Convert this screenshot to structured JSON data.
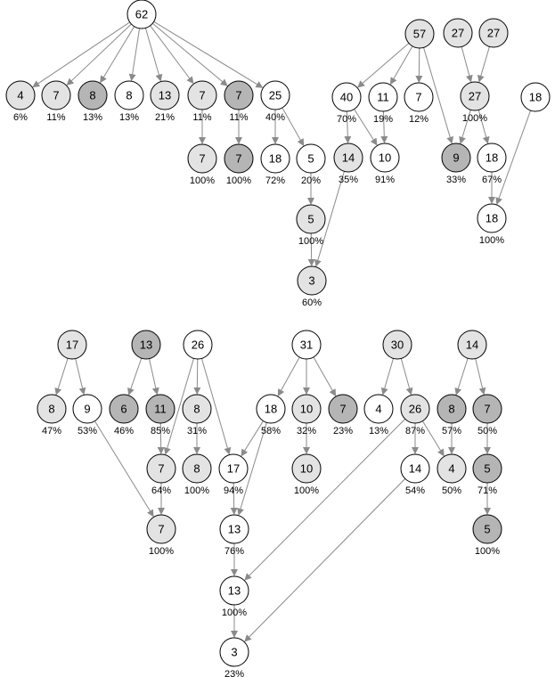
{
  "fills": {
    "white": "#ffffff",
    "light": "#e3e3e3",
    "dark": "#b5b5b5",
    "stroke": "#000000",
    "edge": "#8a8a8a"
  },
  "nodes": [
    {
      "id": "a62",
      "label": "62",
      "fill": "white"
    },
    {
      "id": "a4",
      "label": "4",
      "fill": "light",
      "pct": "6%"
    },
    {
      "id": "a7a",
      "label": "7",
      "fill": "light",
      "pct": "11%"
    },
    {
      "id": "a8a",
      "label": "8",
      "fill": "dark",
      "pct": "13%"
    },
    {
      "id": "a8b",
      "label": "8",
      "fill": "white",
      "pct": "13%"
    },
    {
      "id": "a13",
      "label": "13",
      "fill": "light",
      "pct": "21%"
    },
    {
      "id": "a7b",
      "label": "7",
      "fill": "light",
      "pct": "11%"
    },
    {
      "id": "a7c",
      "label": "7",
      "fill": "dark",
      "pct": "11%"
    },
    {
      "id": "a25",
      "label": "25",
      "fill": "white",
      "pct": "40%"
    },
    {
      "id": "a7d",
      "label": "7",
      "fill": "light",
      "pct": "100%"
    },
    {
      "id": "a7e",
      "label": "7",
      "fill": "dark",
      "pct": "100%"
    },
    {
      "id": "a18",
      "label": "18",
      "fill": "white",
      "pct": "72%"
    },
    {
      "id": "a5",
      "label": "5",
      "fill": "white",
      "pct": "20%"
    },
    {
      "id": "a5b",
      "label": "5",
      "fill": "light",
      "pct": "100%"
    },
    {
      "id": "a3",
      "label": "3",
      "fill": "light",
      "pct": "60%"
    },
    {
      "id": "b57",
      "label": "57",
      "fill": "light"
    },
    {
      "id": "b40",
      "label": "40",
      "fill": "white",
      "pct": "70%"
    },
    {
      "id": "b11",
      "label": "11",
      "fill": "white",
      "pct": "19%"
    },
    {
      "id": "b7",
      "label": "7",
      "fill": "white",
      "pct": "12%"
    },
    {
      "id": "b14",
      "label": "14",
      "fill": "light",
      "pct": "35%"
    },
    {
      "id": "b10",
      "label": "10",
      "fill": "white",
      "pct": "91%"
    },
    {
      "id": "b9",
      "label": "9",
      "fill": "dark",
      "pct": "33%"
    },
    {
      "id": "b27a",
      "label": "27",
      "fill": "light"
    },
    {
      "id": "b27b",
      "label": "27",
      "fill": "light"
    },
    {
      "id": "b27c",
      "label": "27",
      "fill": "light",
      "pct": "100%"
    },
    {
      "id": "b18a",
      "label": "18",
      "fill": "white"
    },
    {
      "id": "b18b",
      "label": "18",
      "fill": "white",
      "pct": "67%"
    },
    {
      "id": "b18c",
      "label": "18",
      "fill": "white",
      "pct": "100%"
    },
    {
      "id": "c17",
      "label": "17",
      "fill": "light"
    },
    {
      "id": "c8",
      "label": "8",
      "fill": "light",
      "pct": "47%"
    },
    {
      "id": "c9",
      "label": "9",
      "fill": "white",
      "pct": "53%"
    },
    {
      "id": "c13",
      "label": "13",
      "fill": "dark"
    },
    {
      "id": "c6",
      "label": "6",
      "fill": "dark",
      "pct": "46%"
    },
    {
      "id": "c11",
      "label": "11",
      "fill": "dark",
      "pct": "85%"
    },
    {
      "id": "c26",
      "label": "26",
      "fill": "white"
    },
    {
      "id": "c8b",
      "label": "8",
      "fill": "light",
      "pct": "31%"
    },
    {
      "id": "c7a",
      "label": "7",
      "fill": "light",
      "pct": "64%"
    },
    {
      "id": "c8c",
      "label": "8",
      "fill": "light",
      "pct": "100%"
    },
    {
      "id": "c7b",
      "label": "7",
      "fill": "light",
      "pct": "100%"
    },
    {
      "id": "c31",
      "label": "31",
      "fill": "white"
    },
    {
      "id": "c18",
      "label": "18",
      "fill": "white",
      "pct": "58%"
    },
    {
      "id": "c10",
      "label": "10",
      "fill": "light",
      "pct": "32%"
    },
    {
      "id": "c7c",
      "label": "7",
      "fill": "dark",
      "pct": "23%"
    },
    {
      "id": "c10b",
      "label": "10",
      "fill": "light",
      "pct": "100%"
    },
    {
      "id": "c17b",
      "label": "17",
      "fill": "white",
      "pct": "94%"
    },
    {
      "id": "c13b",
      "label": "13",
      "fill": "white",
      "pct": "76%"
    },
    {
      "id": "c13c",
      "label": "13",
      "fill": "white",
      "pct": "100%"
    },
    {
      "id": "c3",
      "label": "3",
      "fill": "white",
      "pct": "23%"
    },
    {
      "id": "c30",
      "label": "30",
      "fill": "light"
    },
    {
      "id": "c4",
      "label": "4",
      "fill": "white",
      "pct": "13%"
    },
    {
      "id": "c26b",
      "label": "26",
      "fill": "light",
      "pct": "87%"
    },
    {
      "id": "c14",
      "label": "14",
      "fill": "white",
      "pct": "54%"
    },
    {
      "id": "c4b",
      "label": "4",
      "fill": "light",
      "pct": "50%"
    },
    {
      "id": "c14b",
      "label": "14",
      "fill": "light"
    },
    {
      "id": "c8d",
      "label": "8",
      "fill": "dark",
      "pct": "57%"
    },
    {
      "id": "c7d",
      "label": "7",
      "fill": "dark",
      "pct": "50%"
    },
    {
      "id": "c5",
      "label": "5",
      "fill": "dark",
      "pct": "71%"
    },
    {
      "id": "c5b",
      "label": "5",
      "fill": "dark",
      "pct": "100%"
    }
  ],
  "edges": [
    [
      "a62",
      "a4"
    ],
    [
      "a62",
      "a7a"
    ],
    [
      "a62",
      "a8a"
    ],
    [
      "a62",
      "a8b"
    ],
    [
      "a62",
      "a13"
    ],
    [
      "a62",
      "a7b"
    ],
    [
      "a62",
      "a7c"
    ],
    [
      "a62",
      "a25"
    ],
    [
      "a7b",
      "a7d"
    ],
    [
      "a7c",
      "a7e"
    ],
    [
      "a25",
      "a18"
    ],
    [
      "a25",
      "a5"
    ],
    [
      "a5",
      "a5b"
    ],
    [
      "a5b",
      "a3"
    ],
    [
      "b14",
      "a3"
    ],
    [
      "b57",
      "b40"
    ],
    [
      "b57",
      "b11"
    ],
    [
      "b57",
      "b7"
    ],
    [
      "b57",
      "b9"
    ],
    [
      "b40",
      "b14"
    ],
    [
      "b40",
      "b10"
    ],
    [
      "b11",
      "b10"
    ],
    [
      "b27a",
      "b27c"
    ],
    [
      "b27b",
      "b27c"
    ],
    [
      "b27c",
      "b9"
    ],
    [
      "b27c",
      "b18b"
    ],
    [
      "b18b",
      "b18c"
    ],
    [
      "b18a",
      "b18c"
    ],
    [
      "c17",
      "c8"
    ],
    [
      "c17",
      "c9"
    ],
    [
      "c9",
      "c7b"
    ],
    [
      "c13",
      "c6"
    ],
    [
      "c13",
      "c11"
    ],
    [
      "c11",
      "c7a"
    ],
    [
      "c26",
      "c7a"
    ],
    [
      "c26",
      "c8b"
    ],
    [
      "c26",
      "c17b"
    ],
    [
      "c8b",
      "c8c"
    ],
    [
      "c7a",
      "c7b"
    ],
    [
      "c31",
      "c18"
    ],
    [
      "c31",
      "c10"
    ],
    [
      "c31",
      "c7c"
    ],
    [
      "c10",
      "c10b"
    ],
    [
      "c18",
      "c17b"
    ],
    [
      "c18",
      "c13b"
    ],
    [
      "c17b",
      "c13b"
    ],
    [
      "c13b",
      "c13c"
    ],
    [
      "c13c",
      "c3"
    ],
    [
      "c30",
      "c4"
    ],
    [
      "c30",
      "c26b"
    ],
    [
      "c26b",
      "c14"
    ],
    [
      "c26b",
      "c4b"
    ],
    [
      "c26b",
      "c13c"
    ],
    [
      "c14",
      "c3"
    ],
    [
      "c14b",
      "c8d"
    ],
    [
      "c14b",
      "c7d"
    ],
    [
      "c8d",
      "c4b"
    ],
    [
      "c7d",
      "c5"
    ],
    [
      "c5",
      "c5b"
    ]
  ]
}
